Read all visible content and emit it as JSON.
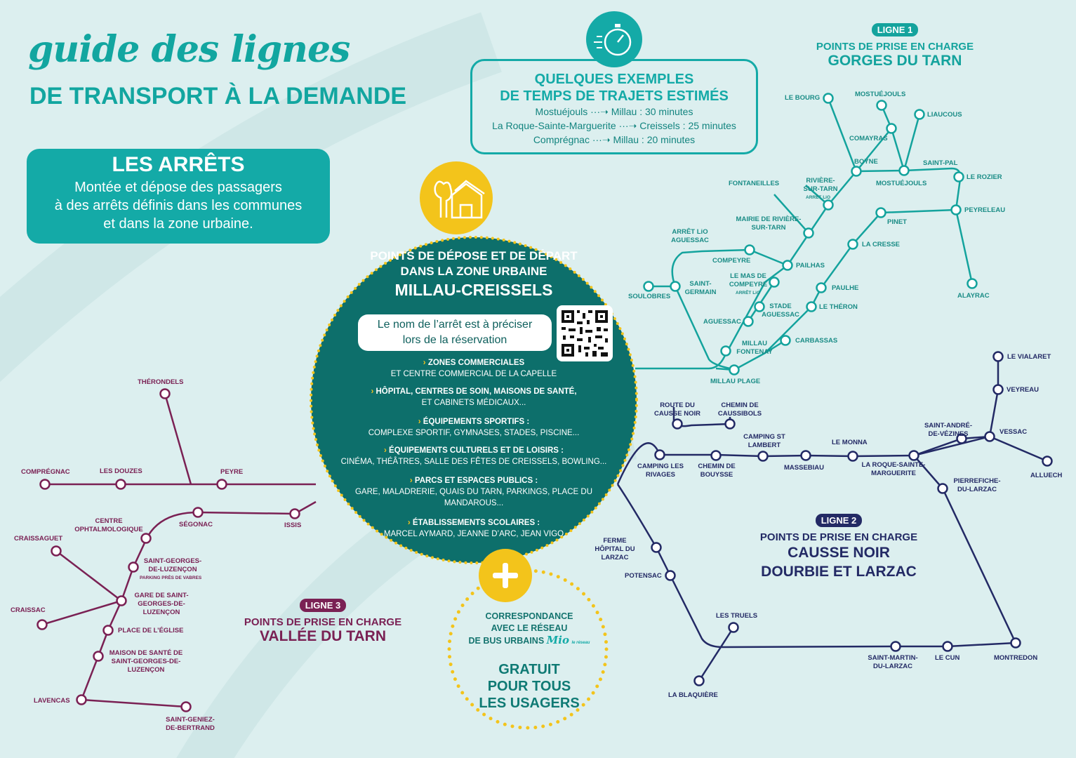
{
  "header": {
    "script_title": "guide des lignes",
    "main_title": "DE TRANSPORT À LA DEMANDE"
  },
  "arrets": {
    "title": "LES ARRÊTS",
    "lines": [
      "Montée et dépose des passagers",
      "à des arrêts définis dans les communes",
      "et dans la zone urbaine."
    ]
  },
  "times": {
    "title_1": "QUELQUES EXEMPLES",
    "title_2": "DE TEMPS DE TRAJETS ESTIMÉS",
    "rows": [
      {
        "from": "Mostuéjouls",
        "to": "Millau : 30 minutes"
      },
      {
        "from": "La Roque-Sainte-Marguerite",
        "to": "Creissels : 25 minutes"
      },
      {
        "from": "Comprégnac",
        "to": "Millau : 20 minutes"
      }
    ],
    "icon": "stopwatch-icon"
  },
  "zone": {
    "title_1": "POINTS DE DÉPOSE ET DE DÉPART",
    "title_2": "DANS LA ZONE URBAINE",
    "name": "MILLAU-CREISSELS",
    "pill_1": "Le nom de l’arrêt est à préciser",
    "pill_2": "lors de la réservation",
    "icon": "buildings-icon",
    "qr_icon": "qr-code-icon",
    "categories": [
      {
        "head": "ZONES COMMERCIALES",
        "body": "ET CENTRE COMMERCIAL DE LA CAPELLE"
      },
      {
        "head": "HÔPITAL, CENTRES DE SOIN, MAISONS DE SANTÉ,",
        "body": "ET CABINETS MÉDICAUX..."
      },
      {
        "head": "ÉQUIPEMENTS SPORTIFS :",
        "body": "COMPLEXE SPORTIF, GYMNASES, STADES, PISCINE..."
      },
      {
        "head": "ÉQUIPEMENTS CULTURELS ET DE LOISIRS :",
        "body": "CINÉMA, THÉÂTRES, SALLE DES FÊTES DE CREISSELS, BOWLING..."
      },
      {
        "head": "PARCS ET ESPACES PUBLICS :",
        "body": "GARE, MALADRERIE, QUAIS DU TARN, PARKINGS, PLACE DU MANDAROUS..."
      },
      {
        "head": "ÉTABLISSEMENTS SCOLAIRES :",
        "body": "MARCEL AYMARD, JEANNE D’ARC, JEAN VIGO"
      }
    ]
  },
  "correspondance": {
    "l1": "CORRESPONDANCE",
    "l2": "AVEC LE RÉSEAU",
    "l3": "DE BUS URBAINS",
    "logo": "Mio",
    "logo_sub": "le réseau",
    "g1": "GRATUIT",
    "g2": "POUR TOUS",
    "g3": "LES USAGERS",
    "icon": "plus-icon"
  },
  "line1": {
    "badge": "LIGNE 1",
    "sub": "POINTS DE PRISE EN CHARGE",
    "name": "GORGES DU TARN",
    "color": "#14a39d",
    "stations": [
      "LE BOURG",
      "MOSTUÉJOULS",
      "LIAUCOUS",
      "COMAYRAS",
      "BOYNE",
      "SAINT-PAL",
      "MOSTUÉJOULS",
      "LE ROZIER",
      "RIVIÈRE-SUR-TARN",
      "ARRÊT LiO",
      "FONTANEILLES",
      "PEYRELEAU",
      "PINET",
      "MAIRIE DE RIVIÈRE-SUR-TARN",
      "ARRÊT LiO AGUESSAC",
      "LA CRESSE",
      "COMPEYRE",
      "PAILHAS",
      "ALAYRAC",
      "LE MAS DE COMPEYRE",
      "ARRÊT LiO",
      "SAINT-GERMAIN",
      "SOULOBRES",
      "PAULHE",
      "STADE AGUESSAC",
      "LE THÉRON",
      "AGUESSAC",
      "CARBASSAS",
      "MILLAU FONTENAY",
      "MILLAU PLAGE"
    ]
  },
  "line2": {
    "badge": "LIGNE 2",
    "sub": "POINTS DE PRISE EN CHARGE",
    "name_1": "CAUSSE NOIR",
    "name_2": "DOURBIE ET LARZAC",
    "color": "#232a65",
    "stations": [
      "LE VIALARET",
      "VEYREAU",
      "ROUTE DU CAUSSE NOIR",
      "CHEMIN DE CAUSSIBOLS",
      "SAINT-ANDRÉ-DE-VÉZINES",
      "VESSAC",
      "CAMPING ST LAMBERT",
      "LE MONNA",
      "CAMPING LES RIVAGES",
      "CHEMIN DE BOUYSSE",
      "MASSEBIAU",
      "LA ROQUE-SAINTE-MARGUERITE",
      "ALLUECH",
      "PIERREFICHE-DU-LARZAC",
      "FERME HÔPITAL DU LARZAC",
      "POTENSAC",
      "LES TRUELS",
      "SAINT-MARTIN-DU-LARZAC",
      "LE CUN",
      "MONTREDON",
      "LA BLAQUIÈRE"
    ]
  },
  "line3": {
    "badge": "LIGNE 3",
    "sub": "POINTS DE PRISE EN CHARGE",
    "name": "VALLÉE DU TARN",
    "color": "#7a2154",
    "stations": [
      "THÉRONDELS",
      "COMPRÉGNAC",
      "LES DOUZES",
      "PEYRE",
      "CENTRE OPHTALMOLOGIQUE",
      "SÉGONAC",
      "ISSIS",
      "CRAISSAGUET",
      "SAINT-GEORGES-DE-LUZENÇON",
      "PARKING PRÈS DE VABRES",
      "GARE DE SAINT-GEORGES-DE-LUZENÇON",
      "CRAISSAC",
      "PLACE DE L’ÉGLISE",
      "MAISON DE SANTÉ DE SAINT-GEORGES-DE-LUZENÇON",
      "LAVENCAS",
      "SAINT-GENIEZ-DE-BERTRAND"
    ]
  }
}
